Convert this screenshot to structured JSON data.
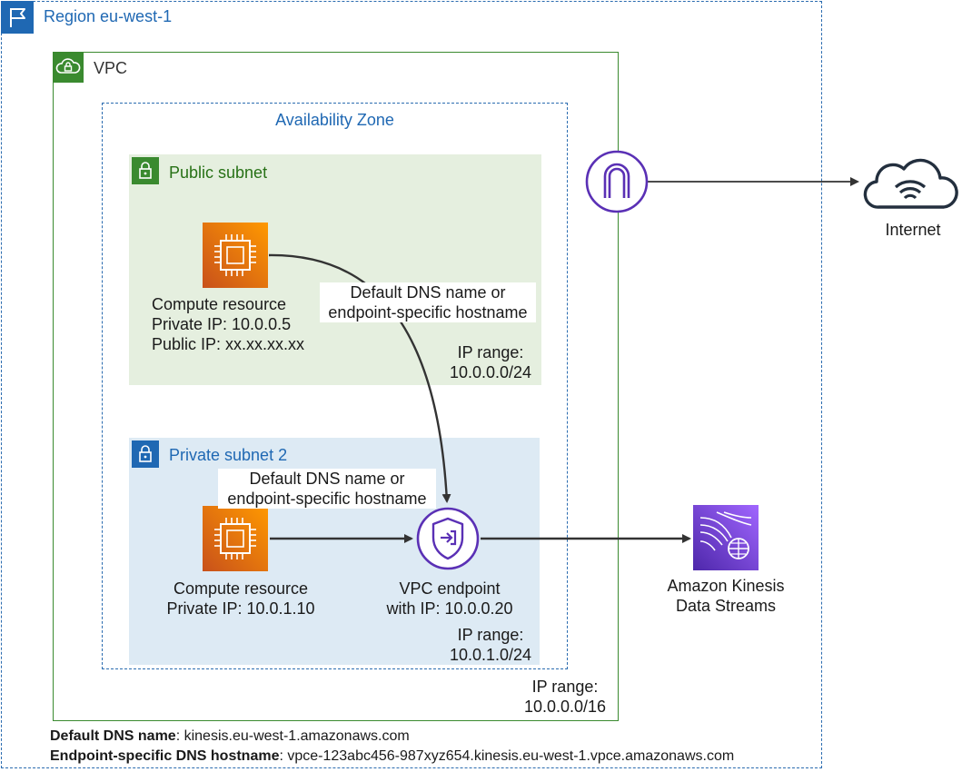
{
  "region": {
    "label": "Region eu-west-1",
    "icon": "flag-icon"
  },
  "vpc": {
    "label": "VPC",
    "icon": "cloud-lock-icon"
  },
  "availability_zone": {
    "label": "Availability Zone"
  },
  "public_subnet": {
    "label": "Public subnet",
    "icon": "lock-icon",
    "compute": {
      "icon": "compute-chip-icon",
      "line1": "Compute resource",
      "line2": "Private IP: 10.0.0.5",
      "line3": "Public IP: xx.xx.xx.xx"
    },
    "ip_range_label": "IP range:",
    "ip_range_value": "10.0.0.0/24",
    "dns_label_line1": "Default DNS name or",
    "dns_label_line2": "endpoint-specific hostname"
  },
  "private_subnet": {
    "label": "Private subnet 2",
    "icon": "lock-icon",
    "compute": {
      "icon": "compute-chip-icon",
      "line1": "Compute resource",
      "line2": "Private IP: 10.0.1.10"
    },
    "dns_label_line1": "Default DNS name or",
    "dns_label_line2": "endpoint-specific hostname",
    "endpoint": {
      "icon": "vpc-endpoint-icon",
      "line1": "VPC endpoint",
      "line2": "with IP: 10.0.0.20"
    },
    "ip_range_label": "IP range:",
    "ip_range_value": "10.0.1.0/24"
  },
  "vpc_ip_range": {
    "label": "IP range:",
    "value": "10.0.0.0/16"
  },
  "internet_gateway": {
    "icon": "internet-gateway-icon"
  },
  "internet": {
    "label": "Internet",
    "icon": "cloud-wifi-icon"
  },
  "kinesis": {
    "icon": "kinesis-data-streams-icon",
    "line1": "Amazon Kinesis",
    "line2": "Data Streams"
  },
  "footer": {
    "default_dns_key": "Default DNS name",
    "default_dns_value": ": kinesis.eu-west-1.amazonaws.com",
    "endpoint_dns_key": "Endpoint-specific DNS hostname",
    "endpoint_dns_value": ": vpce-123abc456-987xyz654.kinesis.eu-west-1.vpce.amazonaws.com"
  },
  "colors": {
    "region_blue": "#1f68b3",
    "vpc_green": "#3a8a2f",
    "public_subnet_bg": "#e5efdf",
    "private_subnet_bg": "#ddeaf4",
    "compute_orange": "#ed7100",
    "endpoint_purple": "#5a30b5"
  }
}
